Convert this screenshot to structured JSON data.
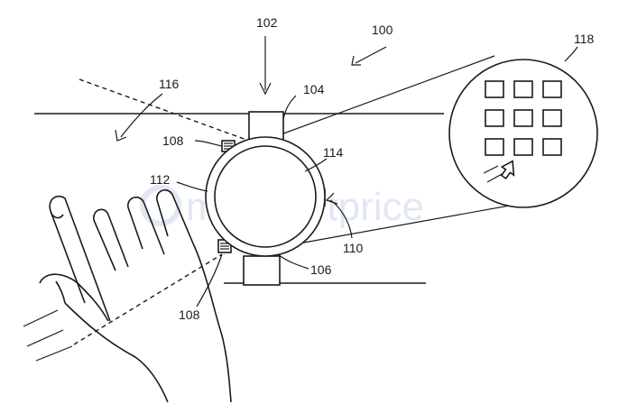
{
  "figure": {
    "labels": {
      "l100": "100",
      "l102": "102",
      "l104": "104",
      "l106": "106",
      "l108a": "108",
      "l108b": "108",
      "l110": "110",
      "l112": "112",
      "l114": "114",
      "l116": "116",
      "l118": "118"
    },
    "watermark": "mysmartprice"
  }
}
